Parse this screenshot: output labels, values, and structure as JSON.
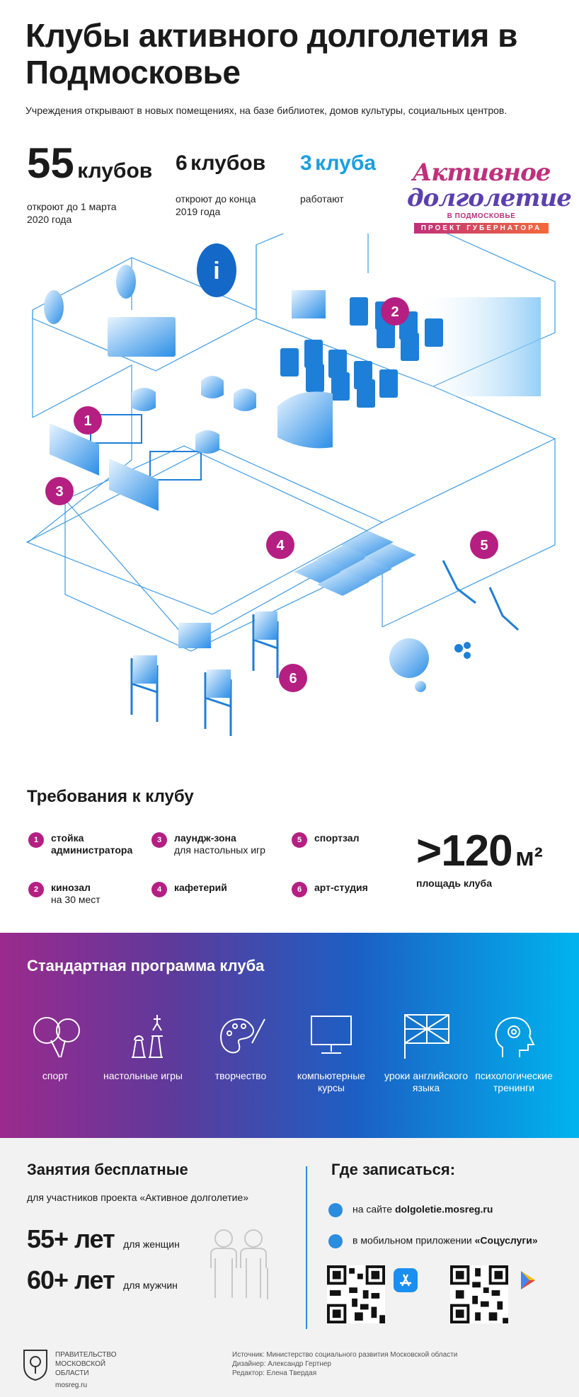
{
  "header": {
    "title": "Клубы активного долголетия в Подмосковье",
    "subtitle": "Учреждения открывают в новых помещениях, на базе библиотек, домов культуры, социальных центров."
  },
  "stats": [
    {
      "number": "55",
      "unit": "клубов",
      "caption": "откроют до 1 марта 2020 года"
    },
    {
      "number": "6",
      "unit": "клубов",
      "caption": "откроют до конца 2019 года"
    },
    {
      "number": "3",
      "unit": "клуба",
      "caption": "работают"
    }
  ],
  "logo": {
    "line1": "Активное",
    "line2": "долголетие",
    "line3": "В ПОДМОСКОВЬЕ",
    "line4": "ПРОЕКТ ГУБЕРНАТОРА"
  },
  "illustration": {
    "zone_numbers": [
      "1",
      "2",
      "3",
      "4",
      "5",
      "6"
    ],
    "info_icon": "i"
  },
  "requirements": {
    "title": "Требования к клубу",
    "items": [
      {
        "num": "1",
        "bold": "стойка администратора",
        "extra": ""
      },
      {
        "num": "2",
        "bold": "кинозал",
        "extra": "на 30 мест"
      },
      {
        "num": "3",
        "bold": "лаундж-зона",
        "extra": "для настольных игр"
      },
      {
        "num": "4",
        "bold": "кафетерий",
        "extra": ""
      },
      {
        "num": "5",
        "bold": "спортзал",
        "extra": ""
      },
      {
        "num": "6",
        "bold": "арт-студия",
        "extra": ""
      }
    ],
    "area_value": ">120",
    "area_unit": "м²",
    "area_caption": "площадь клуба"
  },
  "program": {
    "title": "Стандартная программа клуба",
    "items": [
      {
        "icon": "ping-pong-icon",
        "label": "спорт"
      },
      {
        "icon": "chess-icon",
        "label": "настольные игры"
      },
      {
        "icon": "palette-icon",
        "label": "творчество"
      },
      {
        "icon": "computer-icon",
        "label": "компьютерные курсы"
      },
      {
        "icon": "uk-flag-icon",
        "label": "уроки английского языка"
      },
      {
        "icon": "head-gear-icon",
        "label": "психологические тренинги"
      }
    ]
  },
  "free": {
    "title": "Занятия бесплатные",
    "subtitle": "для участников проекта «Активное долголетие»",
    "women_age": "55+ лет",
    "women_label": "для женщин",
    "men_age": "60+ лет",
    "men_label": "для мужчин"
  },
  "where": {
    "title": "Где записаться:",
    "site_prefix": "на сайте",
    "site": "dolgoletie.mosreg.ru",
    "app_prefix": "в мобильном приложении",
    "app": "«Соцуслуги»"
  },
  "footer": {
    "gov_line1": "ПРАВИТЕЛЬСТВО",
    "gov_line2": "МОСКОВСКОЙ ОБЛАСТИ",
    "gov_site": "mosreg.ru",
    "source": "Источник: Министерство социального развития Московской области",
    "designer": "Дизайнер: Александр Гертнер",
    "editor": "Редактор: Елена Твердая"
  },
  "colors": {
    "accent_blue": "#1a9fe0",
    "magenta": "#b51f82",
    "band_start": "#9b2a8d",
    "band_end": "#00b4ef",
    "bottom_bg": "#f2f2f2"
  }
}
